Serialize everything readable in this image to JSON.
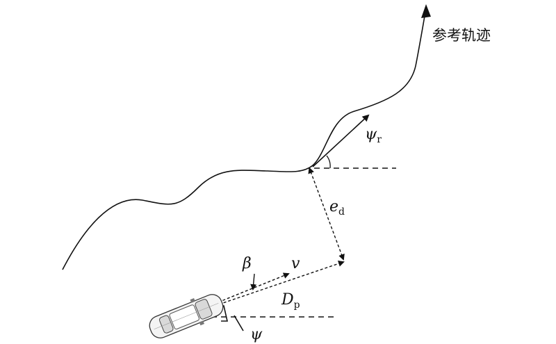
{
  "labels": {
    "reference_trajectory": "参考轨迹",
    "psi_r_symbol": "ψ",
    "psi_r_sub": "r",
    "e_d_symbol": "e",
    "e_d_sub": "d",
    "beta": "β",
    "v": "v",
    "D_p_symbol": "D",
    "D_p_sub": "p",
    "psi": "ψ"
  }
}
